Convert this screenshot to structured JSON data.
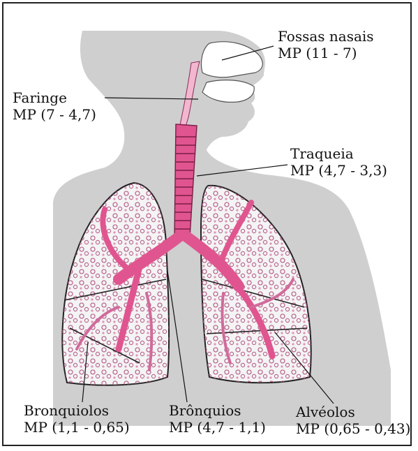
{
  "colors": {
    "silhouette": "#cfcfcf",
    "airway": "#e0558f",
    "airway_light": "#f3b6cf",
    "lung_fill": "#f4f4f4",
    "alveoli": "#c96d99",
    "outline": "#222222"
  },
  "labels": {
    "fossas": {
      "name": "Fossas nasais",
      "value": "MP (11 - 7)"
    },
    "faringe": {
      "name": "Faringe",
      "value": "MP (7 - 4,7)"
    },
    "traqueia": {
      "name": "Traqueia",
      "value": "MP (4,7 - 3,3)"
    },
    "bronquiolos": {
      "name": "Bronquiolos",
      "value": "MP (1,1 - 0,65)"
    },
    "bronquios": {
      "name": "Brônquios",
      "value": "MP (4,7 - 1,1)"
    },
    "alveolos": {
      "name": "Alvéolos",
      "value": "MP (0,65 - 0,43)"
    }
  }
}
